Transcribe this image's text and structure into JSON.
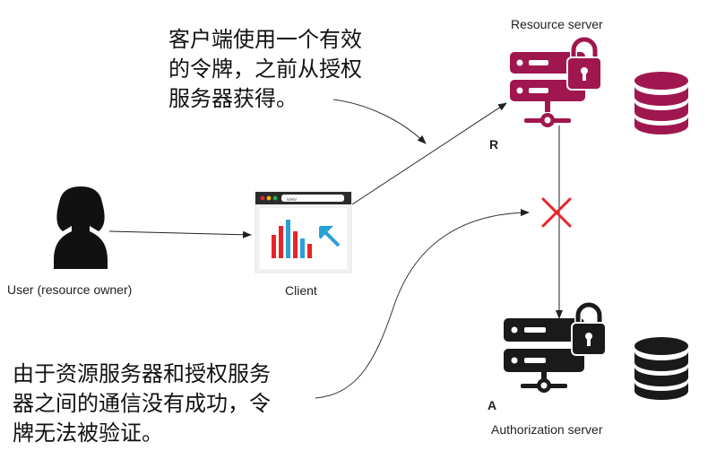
{
  "labels": {
    "resource_server": "Resource server",
    "authorization_server": "Authorization server",
    "client": "Client",
    "user": "User (resource owner)",
    "resource_marker": "R",
    "auth_marker": "A"
  },
  "annotations": {
    "top_note": [
      "客户端使用一个有效",
      "的令牌，之前从授权",
      "服务器获得。"
    ],
    "bottom_note": [
      "由于资源服务器和授权服务",
      "器之间的通信没有成功，令",
      "牌无法被验证。"
    ]
  },
  "colors": {
    "resource_server": "#a0174f",
    "authorization_server": "#1a1a1a",
    "user": "#111111",
    "failure_cross": "#e8242b",
    "chart_red": "#e8242b",
    "chart_blue": "#2aa0d8",
    "arrow": "#222222"
  },
  "icons": {
    "resource_server": "server-lock-icon",
    "resource_db": "database-icon",
    "authorization_server": "server-lock-icon",
    "auth_db": "database-icon",
    "client": "browser-chart-icon",
    "user": "person-icon",
    "failure": "cross-icon"
  }
}
